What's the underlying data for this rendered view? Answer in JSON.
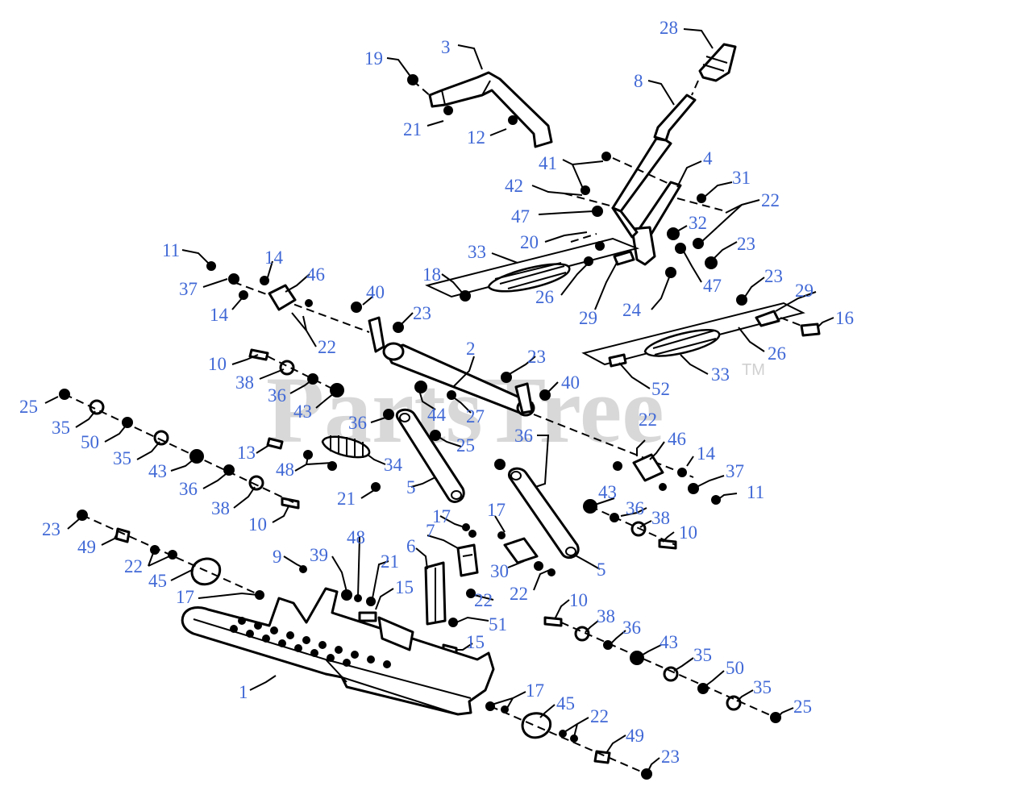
{
  "watermark": {
    "text": "PartsTree",
    "tm": "TM"
  },
  "callouts": [
    {
      "id": "c1",
      "label": "1"
    },
    {
      "id": "c2",
      "label": "2"
    },
    {
      "id": "c3",
      "label": "3"
    },
    {
      "id": "c4",
      "label": "4"
    },
    {
      "id": "c5a",
      "label": "5"
    },
    {
      "id": "c5b",
      "label": "5"
    },
    {
      "id": "c6",
      "label": "6"
    },
    {
      "id": "c7",
      "label": "7"
    },
    {
      "id": "c8",
      "label": "8"
    },
    {
      "id": "c9",
      "label": "9"
    },
    {
      "id": "c10a",
      "label": "10"
    },
    {
      "id": "c10b",
      "label": "10"
    },
    {
      "id": "c10c",
      "label": "10"
    },
    {
      "id": "c10d",
      "label": "10"
    },
    {
      "id": "c11a",
      "label": "11"
    },
    {
      "id": "c11b",
      "label": "11"
    },
    {
      "id": "c12",
      "label": "12"
    },
    {
      "id": "c13",
      "label": "13"
    },
    {
      "id": "c14a",
      "label": "14"
    },
    {
      "id": "c14b",
      "label": "14"
    },
    {
      "id": "c14c",
      "label": "14"
    },
    {
      "id": "c15a",
      "label": "15"
    },
    {
      "id": "c15b",
      "label": "15"
    },
    {
      "id": "c16",
      "label": "16"
    },
    {
      "id": "c17a",
      "label": "17"
    },
    {
      "id": "c17b",
      "label": "17"
    },
    {
      "id": "c17c",
      "label": "17"
    },
    {
      "id": "c17d",
      "label": "17"
    },
    {
      "id": "c18",
      "label": "18"
    },
    {
      "id": "c19",
      "label": "19"
    },
    {
      "id": "c20",
      "label": "20"
    },
    {
      "id": "c21a",
      "label": "21"
    },
    {
      "id": "c21b",
      "label": "21"
    },
    {
      "id": "c21c",
      "label": "21"
    },
    {
      "id": "c22a",
      "label": "22"
    },
    {
      "id": "c22b",
      "label": "22"
    },
    {
      "id": "c22c",
      "label": "22"
    },
    {
      "id": "c22d",
      "label": "22"
    },
    {
      "id": "c22e",
      "label": "22"
    },
    {
      "id": "c22f",
      "label": "22"
    },
    {
      "id": "c22g",
      "label": "22"
    },
    {
      "id": "c23a",
      "label": "23"
    },
    {
      "id": "c23b",
      "label": "23"
    },
    {
      "id": "c23c",
      "label": "23"
    },
    {
      "id": "c23d",
      "label": "23"
    },
    {
      "id": "c23e",
      "label": "23"
    },
    {
      "id": "c23f",
      "label": "23"
    },
    {
      "id": "c24",
      "label": "24"
    },
    {
      "id": "c25a",
      "label": "25"
    },
    {
      "id": "c25b",
      "label": "25"
    },
    {
      "id": "c25c",
      "label": "25"
    },
    {
      "id": "c26a",
      "label": "26"
    },
    {
      "id": "c26b",
      "label": "26"
    },
    {
      "id": "c27",
      "label": "27"
    },
    {
      "id": "c28",
      "label": "28"
    },
    {
      "id": "c29a",
      "label": "29"
    },
    {
      "id": "c29b",
      "label": "29"
    },
    {
      "id": "c30",
      "label": "30"
    },
    {
      "id": "c31",
      "label": "31"
    },
    {
      "id": "c32",
      "label": "32"
    },
    {
      "id": "c33a",
      "label": "33"
    },
    {
      "id": "c33b",
      "label": "33"
    },
    {
      "id": "c34",
      "label": "34"
    },
    {
      "id": "c35a",
      "label": "35"
    },
    {
      "id": "c35b",
      "label": "35"
    },
    {
      "id": "c35c",
      "label": "35"
    },
    {
      "id": "c35d",
      "label": "35"
    },
    {
      "id": "c36a",
      "label": "36"
    },
    {
      "id": "c36b",
      "label": "36"
    },
    {
      "id": "c36c",
      "label": "36"
    },
    {
      "id": "c36d",
      "label": "36"
    },
    {
      "id": "c36e",
      "label": "36"
    },
    {
      "id": "c36f",
      "label": "36"
    },
    {
      "id": "c37a",
      "label": "37"
    },
    {
      "id": "c37b",
      "label": "37"
    },
    {
      "id": "c38a",
      "label": "38"
    },
    {
      "id": "c38b",
      "label": "38"
    },
    {
      "id": "c38c",
      "label": "38"
    },
    {
      "id": "c38d",
      "label": "38"
    },
    {
      "id": "c39",
      "label": "39"
    },
    {
      "id": "c40a",
      "label": "40"
    },
    {
      "id": "c40b",
      "label": "40"
    },
    {
      "id": "c41",
      "label": "41"
    },
    {
      "id": "c42",
      "label": "42"
    },
    {
      "id": "c43a",
      "label": "43"
    },
    {
      "id": "c43b",
      "label": "43"
    },
    {
      "id": "c43c",
      "label": "43"
    },
    {
      "id": "c43d",
      "label": "43"
    },
    {
      "id": "c44",
      "label": "44"
    },
    {
      "id": "c45a",
      "label": "45"
    },
    {
      "id": "c45b",
      "label": "45"
    },
    {
      "id": "c46a",
      "label": "46"
    },
    {
      "id": "c46b",
      "label": "46"
    },
    {
      "id": "c47a",
      "label": "47"
    },
    {
      "id": "c47b",
      "label": "47"
    },
    {
      "id": "c48a",
      "label": "48"
    },
    {
      "id": "c48b",
      "label": "48"
    },
    {
      "id": "c49a",
      "label": "49"
    },
    {
      "id": "c49b",
      "label": "49"
    },
    {
      "id": "c50a",
      "label": "50"
    },
    {
      "id": "c50b",
      "label": "50"
    },
    {
      "id": "c51",
      "label": "51"
    },
    {
      "id": "c52",
      "label": "52"
    }
  ],
  "colors": {
    "callout": "#4169d6",
    "line": "#000000",
    "watermark": "#d8d8d8"
  }
}
